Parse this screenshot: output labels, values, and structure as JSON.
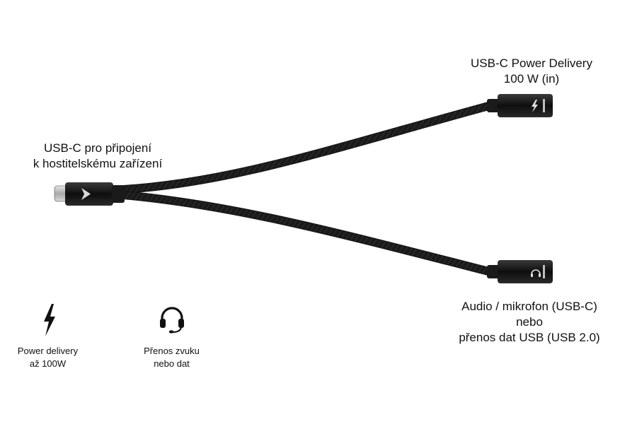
{
  "labels": {
    "host": {
      "line1": "USB-C pro připojení",
      "line2": "k hostitelskému zařízení"
    },
    "power_delivery": {
      "line1": "USB-C Power Delivery",
      "line2": "100 W (in)"
    },
    "audio": {
      "line1": "Audio / mikrofon (USB-C)",
      "line2": "nebo",
      "line3": "přenos dat USB (USB 2.0)"
    }
  },
  "legend": {
    "power": {
      "icon": "lightning-icon",
      "line1": "Power delivery",
      "line2": "až 100W"
    },
    "audio": {
      "icon": "headset-icon",
      "line1": "Přenos zvuku",
      "line2": "nebo dat"
    }
  },
  "colors": {
    "cable": "#1e1e1e",
    "connector": "#111111",
    "plug_metal": "#c8c8c8"
  }
}
